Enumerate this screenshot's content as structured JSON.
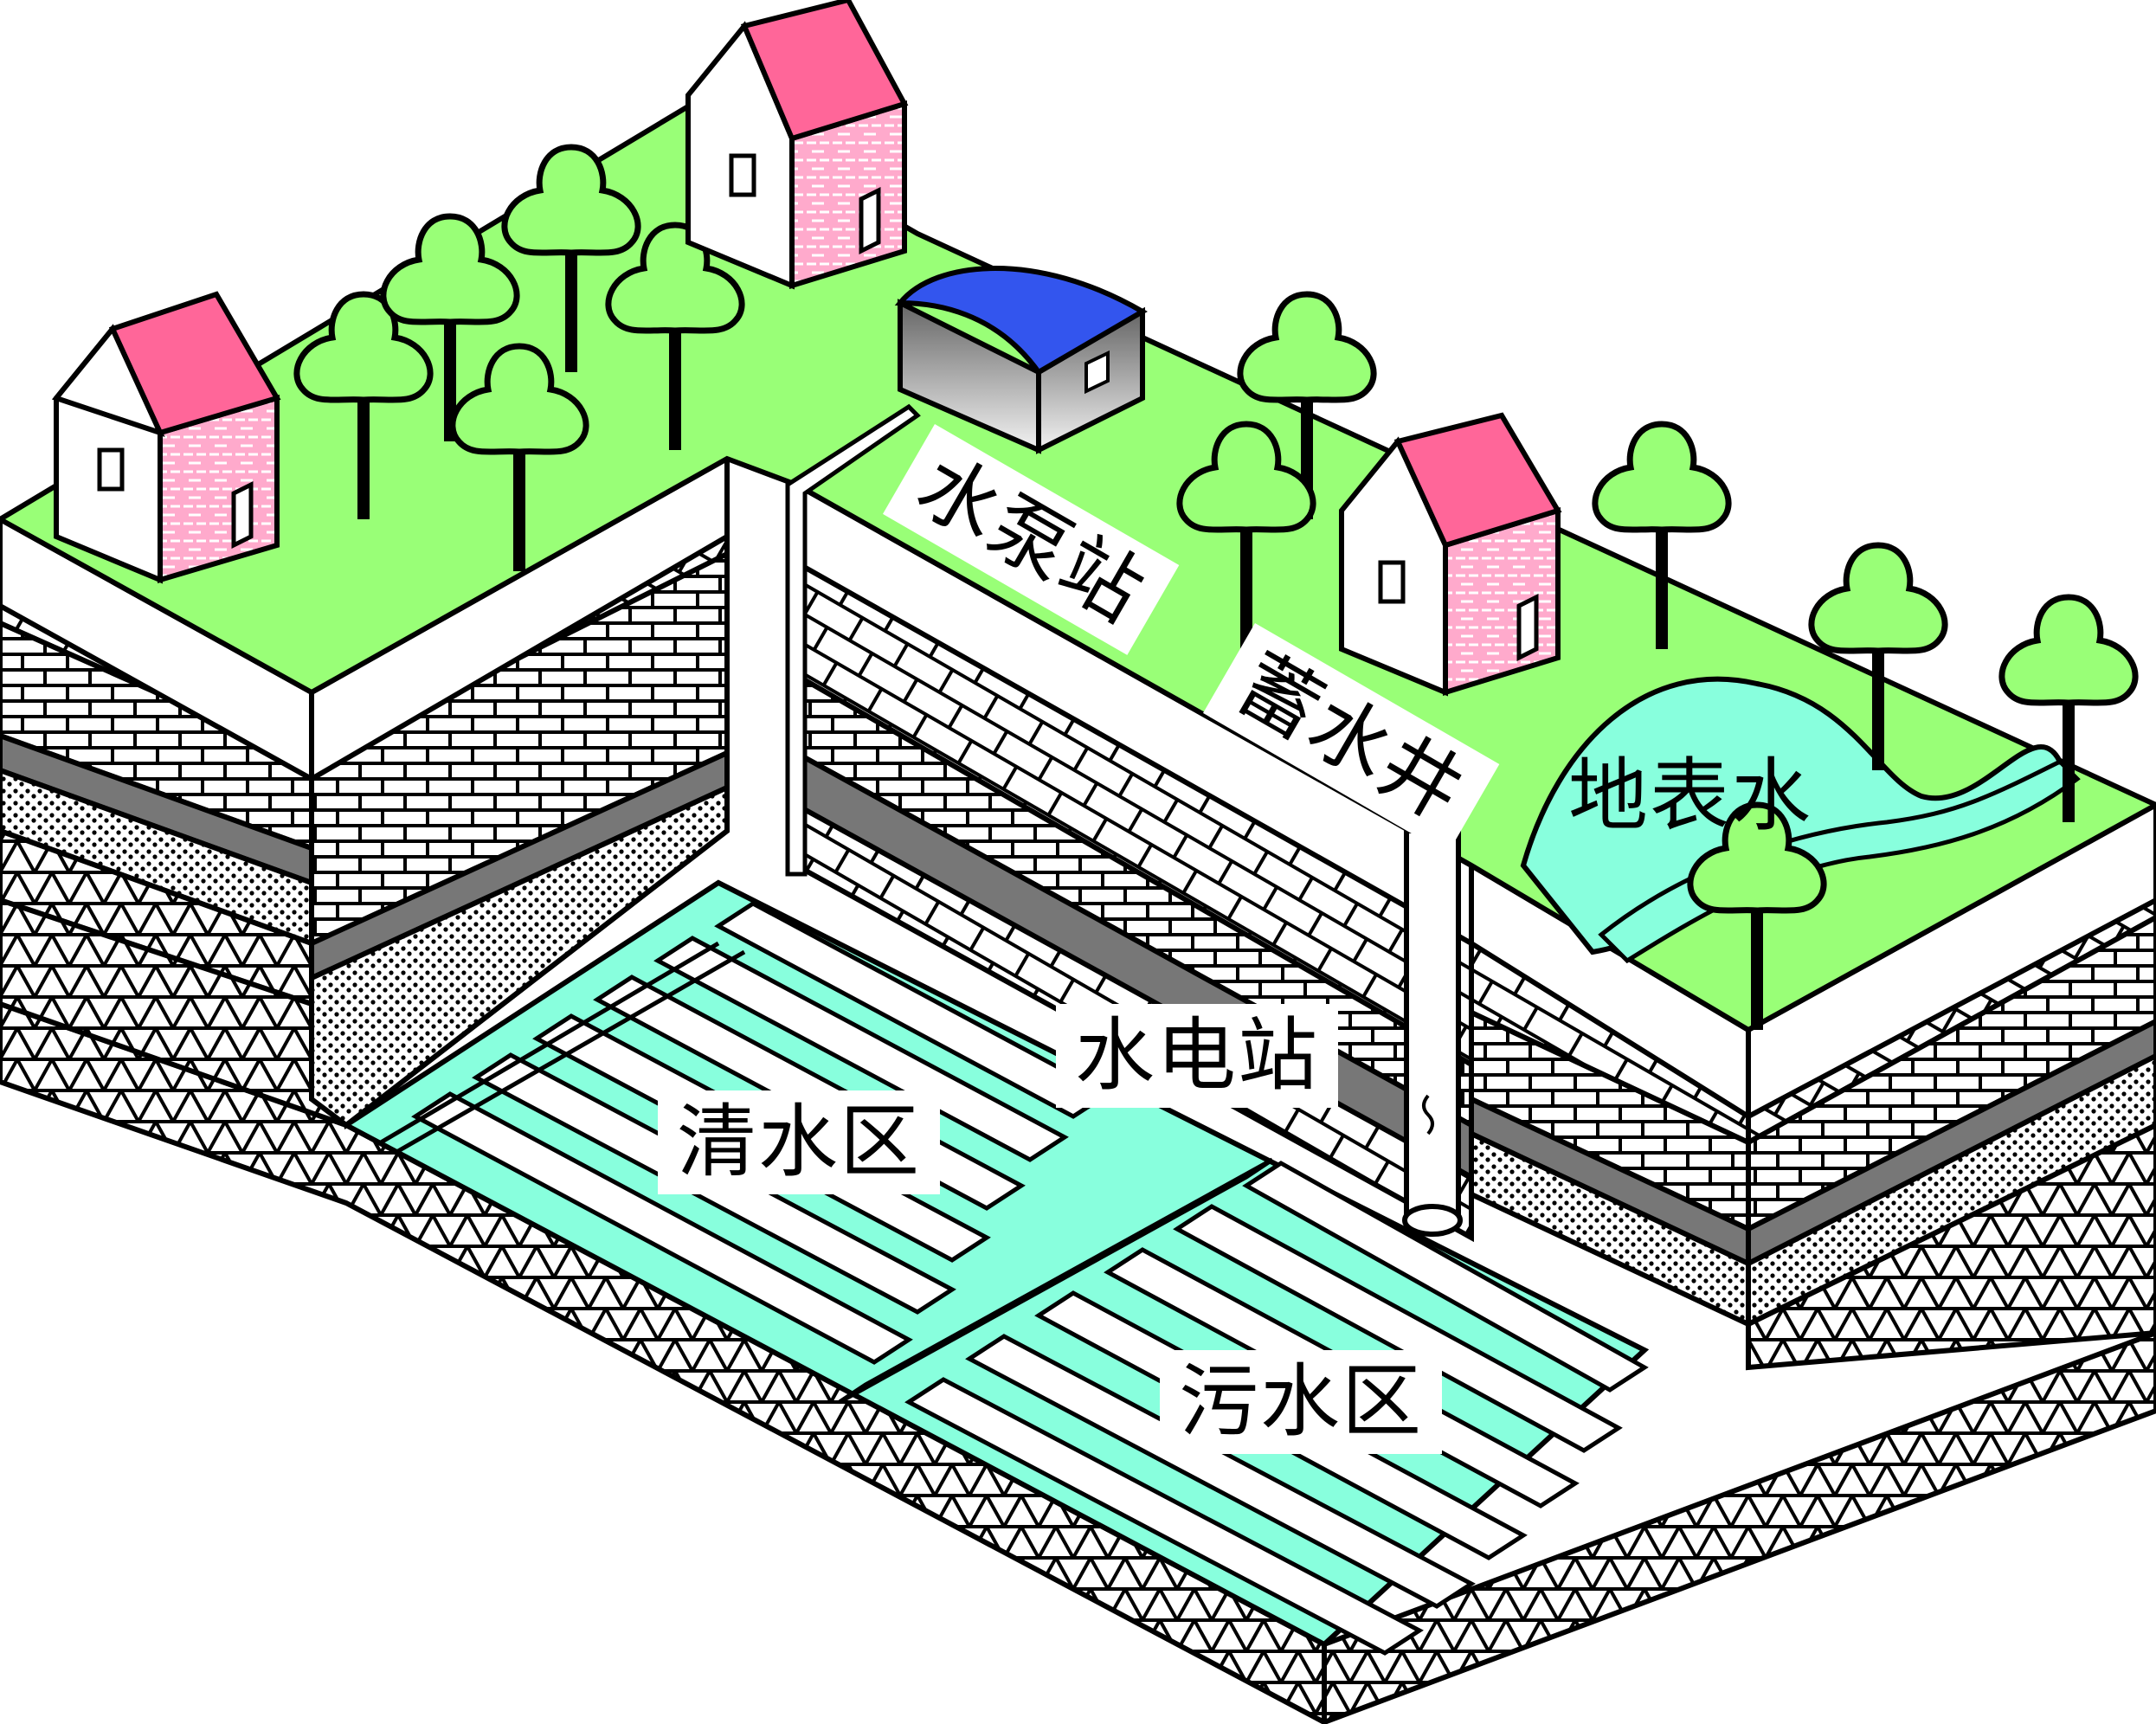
{
  "labels": {
    "pump_station": "水泵站",
    "storage_well": "蓄水井",
    "surface_water": "地表水",
    "hydro_station": "水电站",
    "clean_zone": "清水区",
    "sewage_zone": "污水区"
  },
  "colors": {
    "ground": "#99ff77",
    "water": "#88ffdd",
    "house_wall": "#ffaacc",
    "house_roof": "#ff6699",
    "pump_roof": "#3355ee",
    "coal_seam": "#777777",
    "outline": "#000000"
  }
}
